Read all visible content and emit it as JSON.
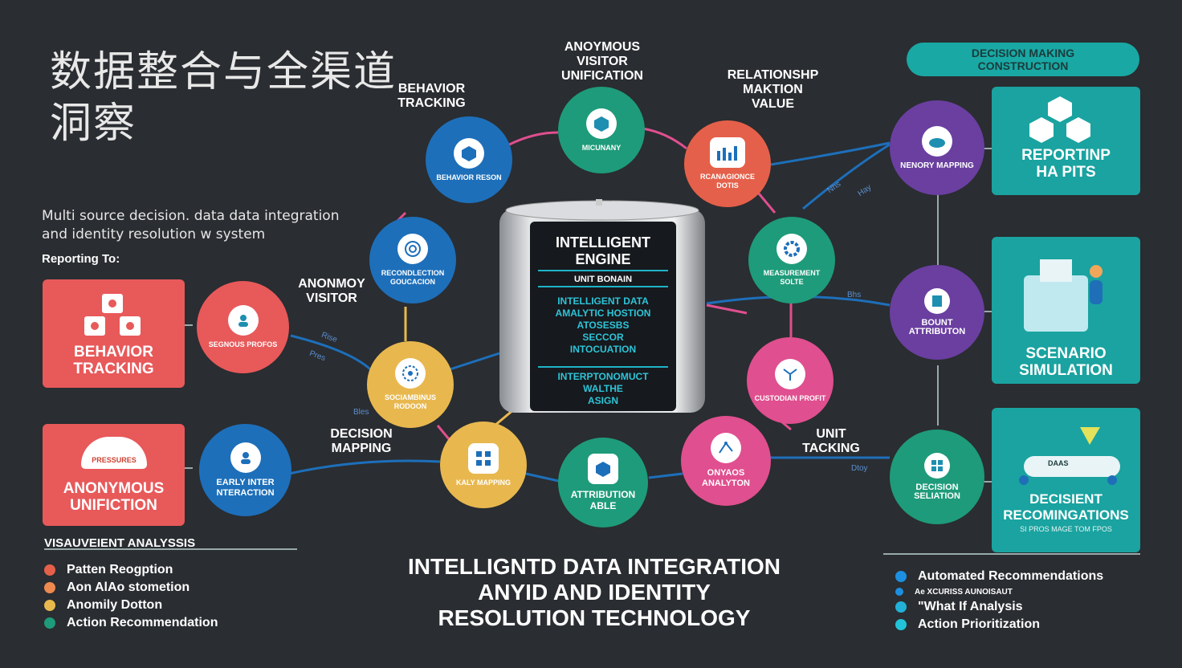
{
  "title": {
    "line1": "数据整合与全渠道",
    "line2": "洞察"
  },
  "subtitle": {
    "line1": "Multi source decision. data data integration",
    "line2": "and identity resolution w system"
  },
  "reporting_label": "Reporting To:",
  "left_cards": [
    {
      "title_line1": "BEHAVIOR",
      "title_line2": "TRACKING",
      "color": "#e8595a"
    },
    {
      "badge": "PRESSURES",
      "title_line1": "ANONYMOUS",
      "title_line2": "UNIFICTION",
      "color": "#e8595a"
    }
  ],
  "floating_labels": {
    "behavior_tracking": [
      "BEHAVIOR",
      "TRACKING"
    ],
    "anonymous_unification": [
      "ANOYMOUS",
      "VISITOR",
      "UNIFICATION"
    ],
    "relationship_value": [
      "RELATIONSHP",
      "MAKTION",
      "VALUE"
    ],
    "anonymoy_visitor": [
      "ANONMOY",
      "VISITOR"
    ],
    "decision_mapping": [
      "DECISION",
      "MAPPING"
    ],
    "unit_tracking": [
      "UNIT",
      "TACKING"
    ]
  },
  "nodes": [
    {
      "id": "behavior",
      "label": "BEHAVIOR RESON",
      "color": "#1d6fba"
    },
    {
      "id": "anonymous",
      "label": "MICUNANY",
      "color": "#1e9b7a"
    },
    {
      "id": "relationship",
      "label": "RCANAGIONCE DOTIS",
      "color": "#e5604a"
    },
    {
      "id": "reconnection",
      "label": "RECONDLECTION GOUCACION",
      "color": "#1d6fba"
    },
    {
      "id": "segment",
      "label": "SEGNOUS PROFOS",
      "color": "#e8595a"
    },
    {
      "id": "social",
      "label": "SOCIAMBINUS RODOON",
      "color": "#e8b84f"
    },
    {
      "id": "early",
      "label": "EARLY INTER NTERACTION",
      "color": "#1d6fba"
    },
    {
      "id": "kaly",
      "label": "KALY MAPPING",
      "color": "#e8b84f"
    },
    {
      "id": "attribution",
      "label": "ATTRIBUTION ABLE",
      "color": "#1e9b7a"
    },
    {
      "id": "onyaos",
      "label": "ONYAOS ANALYTON",
      "color": "#e04f8f"
    },
    {
      "id": "measurement",
      "label": "MEASUREMENT SOLTE",
      "color": "#1e9b7a"
    },
    {
      "id": "custodian",
      "label": "CUSTODIAN PROFIT",
      "color": "#e04f8f"
    },
    {
      "id": "memory",
      "label": "NENORY MAPPING",
      "color": "#6a3fa0"
    },
    {
      "id": "bount",
      "label": "BOUNT ATTRIBUTON",
      "color": "#6a3fa0"
    },
    {
      "id": "decision_sim",
      "label": "DECISION SELIATION",
      "color": "#1e9b7a"
    }
  ],
  "engine": {
    "title_line1": "INTELLIGENT",
    "title_line2": "ENGINE",
    "tag": "UNIT BONAIN",
    "block1": [
      "INTELLIGENT DATA",
      "AMALYTIC HOSTION",
      "ATOSESBS",
      "SECCOR",
      "INTOCUATION"
    ],
    "block2": [
      "INTERPTONOMUCT",
      "WALTHE",
      "ASIGN"
    ]
  },
  "right_pill": {
    "line1": "DECISION MAKING",
    "line2": "CONSTRUCTION"
  },
  "right_cards": [
    {
      "title_line1": "REPORTINP",
      "title_line2": "HA PITS"
    },
    {
      "title_line1": "SCENARIO",
      "title_line2": "SIMULATION"
    },
    {
      "badge": "DAAS",
      "title_line1": "DECISIENT",
      "title_line2": "RECOMINGATIONS",
      "small": "SI PROS MAGE TOM FPOS"
    }
  ],
  "left_legend": {
    "title": "VISAUVEIENT ANALYSSIS",
    "items": [
      {
        "label": "Patten Reogption",
        "color": "#e5604a"
      },
      {
        "label": "Aon AlAo stometion",
        "color": "#ee8a4f"
      },
      {
        "label": "Anomily Dotton",
        "color": "#e8b84f"
      },
      {
        "label": "Action Recommendation",
        "color": "#1e9b7a"
      }
    ]
  },
  "right_legend": {
    "items": [
      {
        "label": "Automated Recommendations",
        "color": "#1d8fe0"
      },
      {
        "label": "Ae XCURISS AUNOISAUT",
        "color": "#1d8fe0",
        "small": true
      },
      {
        "label": "\"What If Analysis",
        "color": "#22b0d8"
      },
      {
        "label": "Action Prioritization",
        "color": "#22c2d8"
      }
    ]
  },
  "bottom_title": {
    "line1": "INTELLIGNTD DATA INTEGRATION",
    "line2": "ANYID AND IDENTITY",
    "line3": "RESOLUTION TECHNOLOGY"
  },
  "edge_labels": [
    "Rise",
    "Pres",
    "Bles",
    "Dtoy",
    "Bhs",
    "Nhs",
    "Hay"
  ]
}
